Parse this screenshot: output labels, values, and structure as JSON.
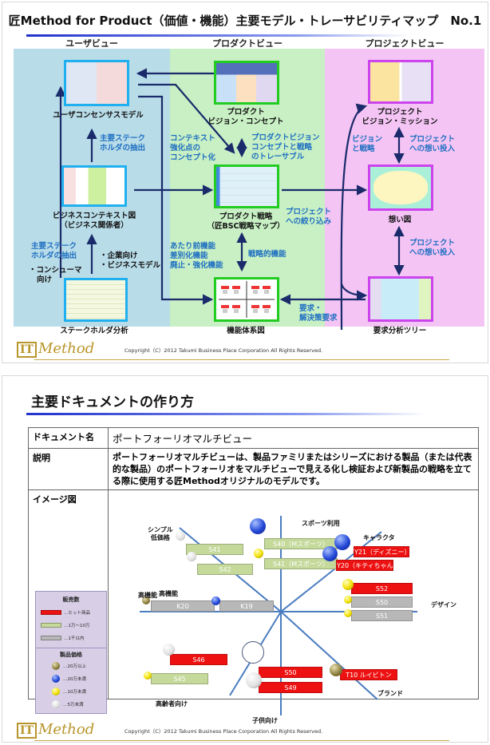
{
  "slide1": {
    "title": "匠Method for Product（価値・機能）主要モデル・トレーサビリティマップ　No.1",
    "columns": [
      {
        "label": "ユーザビュー",
        "color": "#b8dce8"
      },
      {
        "label": "プロダクトビュー",
        "color": "#c8f0c4"
      },
      {
        "label": "プロジェクトビュー",
        "color": "#f4c4f4"
      }
    ],
    "models": {
      "user_consensus": "ユーザコンセンサスモデル",
      "business_context_1": "ビジネスコンテキスト図",
      "business_context_2": "（ビジネス関係者）",
      "stakeholder": "ステークホルダ分析",
      "product_vision_1": "プロダクト",
      "product_vision_2": "ビジョン・コンセプト",
      "product_strategy_1": "プロダクト戦略",
      "product_strategy_2": "（匠BSC戦略マップ）",
      "function_system": "機能体系図",
      "project_vision_1": "プロジェクト",
      "project_vision_2": "ビジョン・ミッション",
      "thought_map": "想い図",
      "requirement_tree": "要求分析ツリー"
    },
    "notes": {
      "stakeholder_extract_a_1": "主要ステーク",
      "stakeholder_extract_a_2": "ホルダの抽出",
      "stakeholder_extract_b_1": "主要ステーク",
      "stakeholder_extract_b_2": "ホルダの抽出",
      "consumer_1": "・コンシューマ",
      "consumer_2": "向け",
      "enterprise_1": "・企業向け",
      "enterprise_2": "・ビジネスモデル",
      "context_concept_1": "コンテキスト",
      "context_concept_2": "強化点の",
      "context_concept_3": "コンセプト化",
      "traceable_1": "プロダクトビジョン",
      "traceable_2": "コンセプトと戦略",
      "traceable_3": "のトレーサブル",
      "functions_1": "あたり前機能",
      "functions_2": "差別化機能",
      "functions_3": "廃止・強化機能",
      "strategic_function": "戦略的機能",
      "project_narrow_1": "プロジェクト",
      "project_narrow_2": "への絞り込み",
      "vision_strategy_1": "ビジョン",
      "vision_strategy_2": "と戦略",
      "project_thought_a_1": "プロジェクト",
      "project_thought_a_2": "への想い投入",
      "project_thought_b_1": "プロジェクト",
      "project_thought_b_2": "への想い投入",
      "requirement_1": "要求・",
      "requirement_2": "解決策要求"
    },
    "footer": {
      "logo_mark": "IT",
      "logo_text": "Method",
      "copyright": "Copyright（C）2012 Takumi Business Place Corporation All Rights Reserved."
    }
  },
  "slide2": {
    "title": "主要ドキュメントの作り方",
    "table": {
      "rows": [
        {
          "header": "ドキュメント名",
          "value": "ポートフォーリオマルチビュー"
        },
        {
          "header": "説明",
          "value": "ポートフォーリオマルチビューは、製品ファミリまたはシリーズにおける製品（または代表的な製品）のポートフォーリオをマルチビューで見える化し検証および新製品の戦略を立てる際に使用する匠Methodオリジナルのモデルです。"
        },
        {
          "header": "イメージ図",
          "value": ""
        }
      ]
    },
    "chart_data": {
      "type": "scatter",
      "title": "ポートフォーリオマルチビュー",
      "axes": [
        {
          "label": "スポーツ利用",
          "direction": "up"
        },
        {
          "label": "キャラクタ",
          "direction": "up-right"
        },
        {
          "label": "デザイン",
          "direction": "right"
        },
        {
          "label": "ブランド",
          "direction": "down-right"
        },
        {
          "label": "子供向け",
          "direction": "down"
        },
        {
          "label": "高齢者向け",
          "direction": "down-left"
        },
        {
          "label": "高機能",
          "direction": "left"
        },
        {
          "label": "シンプル低価格",
          "direction": "up-left"
        }
      ],
      "products": [
        {
          "name": "S41",
          "sales": "1万〜10万",
          "price": "5万未満",
          "axis": "シンプル低価格"
        },
        {
          "name": "S42",
          "sales": "1万〜10万",
          "price": "5万未満",
          "axis": "シンプル低価格"
        },
        {
          "name": "S40（Mスポーツ）",
          "sales": "1万〜10万",
          "price": "20万未満",
          "axis": "スポーツ利用"
        },
        {
          "name": "S41（Mスポーツ）",
          "sales": "1万〜10万",
          "price": "10万未満",
          "axis": "スポーツ利用"
        },
        {
          "name": "K20",
          "sales": "1千以内",
          "price": "20万以上",
          "axis": "高機能"
        },
        {
          "name": "K19",
          "sales": "1千以内",
          "price": "20万未満",
          "axis": "高機能"
        },
        {
          "name": "Y21（ディズニー）",
          "sales": "ヒット商品",
          "price": "20万未満",
          "axis": "キャラクタ"
        },
        {
          "name": "Y20（キティちゃん）",
          "sales": "ヒット商品",
          "price": "20万未満",
          "axis": "キャラクタ"
        },
        {
          "name": "S52",
          "sales": "ヒット商品",
          "price": "10万未満",
          "axis": "デザイン"
        },
        {
          "name": "S50",
          "sales": "1千以内",
          "price": "10万未満",
          "axis": "デザイン"
        },
        {
          "name": "S51",
          "sales": "1千以内",
          "price": "10万未満",
          "axis": "デザイン"
        },
        {
          "name": "S46",
          "sales": "ヒット商品",
          "price": "5万未満",
          "axis": "高齢者向け"
        },
        {
          "name": "S45",
          "sales": "1万〜10万",
          "price": "10万未満",
          "axis": "高齢者向け"
        },
        {
          "name": "S50",
          "sales": "ヒット商品",
          "price": "",
          "axis": "子供向け"
        },
        {
          "name": "S49",
          "sales": "ヒット商品",
          "price": "5万未満",
          "axis": "子供向け"
        },
        {
          "name": "T10 ルイビトン",
          "sales": "ヒット商品",
          "price": "20万以上",
          "axis": "ブランド"
        }
      ],
      "extra_labels": [
        "高機能"
      ],
      "legend": {
        "sales_title": "販売数",
        "sales": [
          {
            "label": "…ヒット商品",
            "color": "#ee1111"
          },
          {
            "label": "…1万〜10万",
            "color": "#c4d99a"
          },
          {
            "label": "…1千以内",
            "color": "#b8b8b8"
          }
        ],
        "price_title": "製品価格",
        "price": [
          {
            "label": "…20万以上",
            "color": "brown"
          },
          {
            "label": "…20万未満",
            "color": "blue"
          },
          {
            "label": "…10万未満",
            "color": "yellow"
          },
          {
            "label": "…5万未満",
            "color": "white"
          }
        ]
      }
    },
    "footer": {
      "logo_mark": "IT",
      "logo_text": "Method",
      "copyright": "Copyright（C）2012 Takumi Business Place Corporation All Rights Reserved."
    }
  }
}
